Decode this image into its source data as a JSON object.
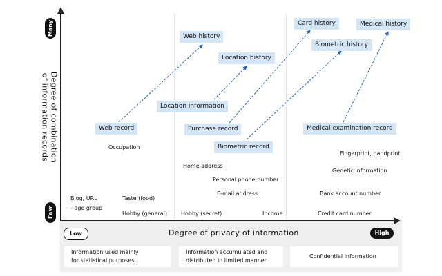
{
  "axes": {
    "y_title_line1": "Degree of combination",
    "y_title_line2": "of information records",
    "x_title": "Degree of privacy of information",
    "y_high": "Many",
    "y_low": "Few",
    "x_low": "Low",
    "x_high": "High"
  },
  "categories": {
    "left_line1": "Information used mainly",
    "left_line2": "for statistical purposes",
    "middle_line1": "Information accumulated and",
    "middle_line2": "distributed in limited manner",
    "right": "Confidential information"
  },
  "records": {
    "web_record": "Web record",
    "web_history": "Web history",
    "location_information": "Location information",
    "location_history": "Location history",
    "purchase_record": "Purchase record",
    "card_history": "Card history",
    "biometric_record": "Biometric record",
    "biometric_history": "Biometric history",
    "medical_examination_record": "Medical examination record",
    "medical_history": "Medical history"
  },
  "items": {
    "occupation": "Occupation",
    "blog_url": "Blog, URL",
    "age_group": "- age group",
    "taste_food": "Taste (food)",
    "hobby_general": "Hobby (general)",
    "home_address": "Home address",
    "personal_phone": "Personal phone number",
    "email_address": "E-mail address",
    "hobby_secret": "Hobby (secret)",
    "income": "Income",
    "fingerprint": "Fingerprint, handprint",
    "genetic_information": "Genetic information",
    "bank_account": "Bank account number",
    "credit_card": "Credit card number"
  },
  "colors": {
    "box_fill": "#d4e6f6",
    "arrow": "#1f63b5",
    "axis": "#222222",
    "divider": "#cccccc",
    "band": "#efefef"
  },
  "icons": {
    "x_axis_arrow": "arrow-right",
    "y_axis_arrow": "arrow-up"
  }
}
